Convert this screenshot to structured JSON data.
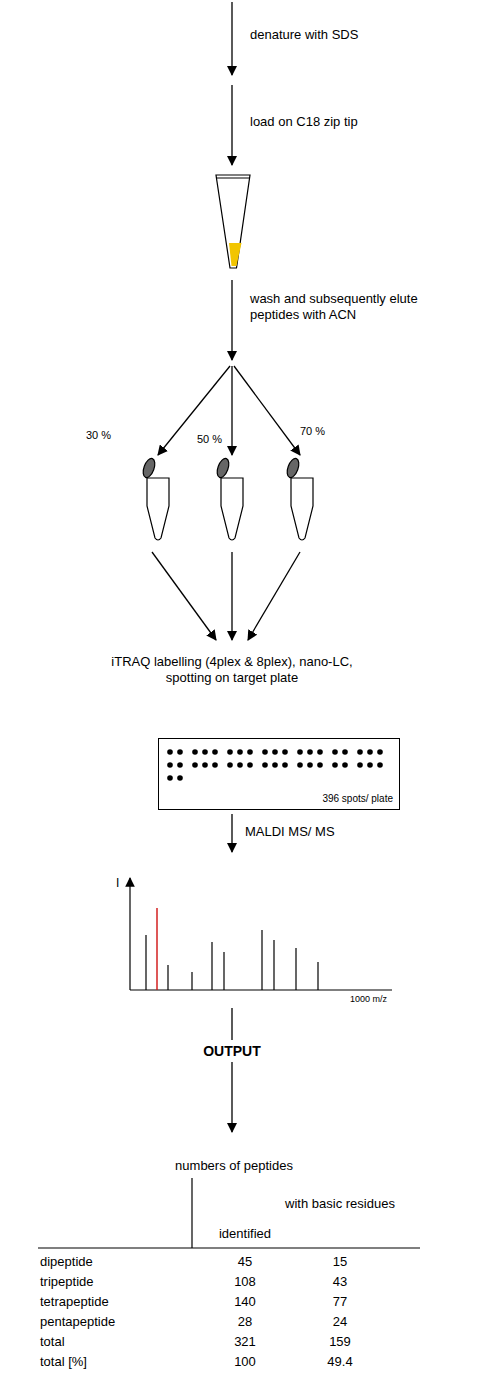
{
  "diagram": {
    "nodes": [
      {
        "text": [
          "396 spots/ plate"
        ]
      }
    ],
    "labels": [
      "denature with SDS",
      "load on C18 zip tip",
      "wash and subsequently elute peptides with ACN",
      "30 %",
      "50 %",
      "70 %",
      "iTRAQ labelling (4plex & 8plex), nano-LC, spotting on target plate",
      "MALDI MS/ MS",
      "I",
      "1000 m/z",
      "OUTPUT",
      "numbers of peptides",
      "identified",
      "with basic residues",
      "dipeptide",
      "45",
      "15",
      "tripeptide",
      "108",
      "43",
      "tetrapeptide",
      "140",
      "77",
      "pentapeptide",
      "28",
      "24",
      "total",
      "321",
      "159",
      "total [%]",
      "100",
      "49.4"
    ]
  }
}
